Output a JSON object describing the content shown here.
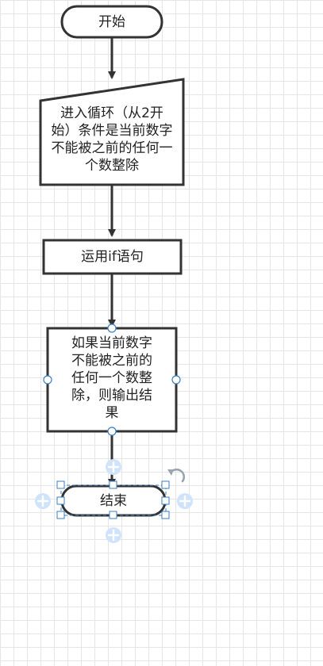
{
  "flowchart": {
    "nodes": {
      "start": {
        "shape": "terminator",
        "label": "开始"
      },
      "loop": {
        "shape": "manual-input",
        "lines": [
          "进入循环（从2开",
          "始）条件是当前数字",
          "不能被之前的任何一",
          "个数整除"
        ]
      },
      "use_if": {
        "shape": "process",
        "label": "运用if语句"
      },
      "condition": {
        "shape": "process",
        "lines": [
          "如果当前数字",
          "不能被之前的",
          "任何一个数整",
          "除，则输出结",
          "果"
        ],
        "state": "selected-hover"
      },
      "end": {
        "shape": "terminator",
        "label": "结束",
        "state": "selected"
      }
    },
    "edges": [
      {
        "from": "start",
        "to": "loop"
      },
      {
        "from": "loop",
        "to": "use_if"
      },
      {
        "from": "use_if",
        "to": "condition"
      },
      {
        "from": "condition",
        "to": "end"
      }
    ]
  },
  "colors": {
    "stroke": "#333333",
    "grid": "#e6e6e6",
    "selection": "#3a7fc4",
    "handle_fill": "#ffffff",
    "plus_bg": "#cfe4fb",
    "plus_fg": "#ffffff",
    "rotate": "#9aa5b1"
  },
  "icons": [
    "rotate-icon",
    "add-connection-icon"
  ]
}
